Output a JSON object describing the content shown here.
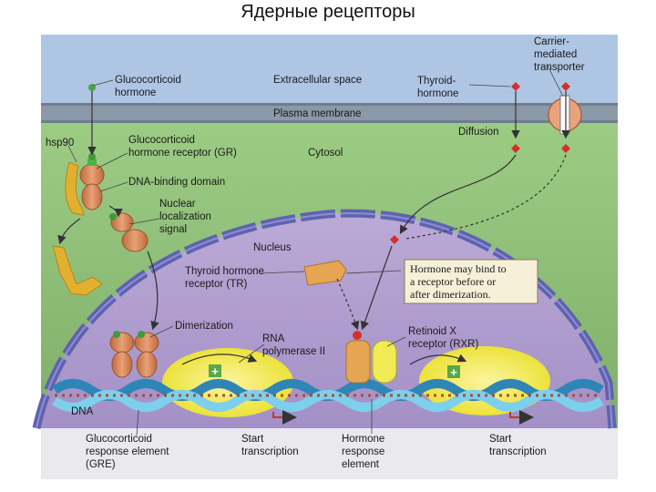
{
  "slide": {
    "title": "Ядерные рецепторы"
  },
  "labels": {
    "glucocorticoid_hormone": [
      "Glucocorticoid",
      "hormone"
    ],
    "extracellular_space": "Extracellular space",
    "thyroid_hormone": [
      "Thyroid-",
      "hormone"
    ],
    "carrier_transporter": [
      "Carrier-",
      "mediated",
      "transporter"
    ],
    "plasma_membrane": "Plasma membrane",
    "hsp90": "hsp90",
    "gr_receptor": [
      "Glucocorticoid",
      "hormone receptor (GR)"
    ],
    "diffusion": "Diffusion",
    "cytosol": "Cytosol",
    "dna_binding_domain": "DNA-binding domain",
    "nuclear_localization": [
      "Nuclear",
      "localization",
      "signal"
    ],
    "nucleus": "Nucleus",
    "thyroid_receptor": [
      "Thyroid hormone",
      "receptor (TR)"
    ],
    "callout": [
      "Hormone may bind to",
      "a receptor before or",
      "after dimerization."
    ],
    "dimerization": "Dimerization",
    "rna_polymerase": [
      "RNA",
      "polymerase II"
    ],
    "retinoid_receptor": [
      "Retinoid X",
      "receptor (RXR)"
    ],
    "dna": "DNA",
    "gre": [
      "Glucocorticoid",
      "response element",
      "(GRE)"
    ],
    "start_transcription_1": [
      "Start",
      "transcription"
    ],
    "hormone_response_element": [
      "Hormone",
      "response",
      "element"
    ],
    "start_transcription_2": [
      "Start",
      "transcription"
    ],
    "plus_sign": "+"
  },
  "colors": {
    "extracellular": "#aec6e4",
    "membrane": "#8b98a8",
    "cytosol": "#8fbf78",
    "nucleus": "#b3a0cf",
    "nuclear_envelope": "#6a6cb3",
    "receptor": "#d98a5e",
    "hsp90": "#e2b030",
    "polymerase": "#f4e94a",
    "hormone_diamond": "#d4302a",
    "glucocorticoid_dot": "#4ea44a",
    "callout_bg": "#f7f0d8",
    "dna_blue": "#4ab0d6"
  }
}
